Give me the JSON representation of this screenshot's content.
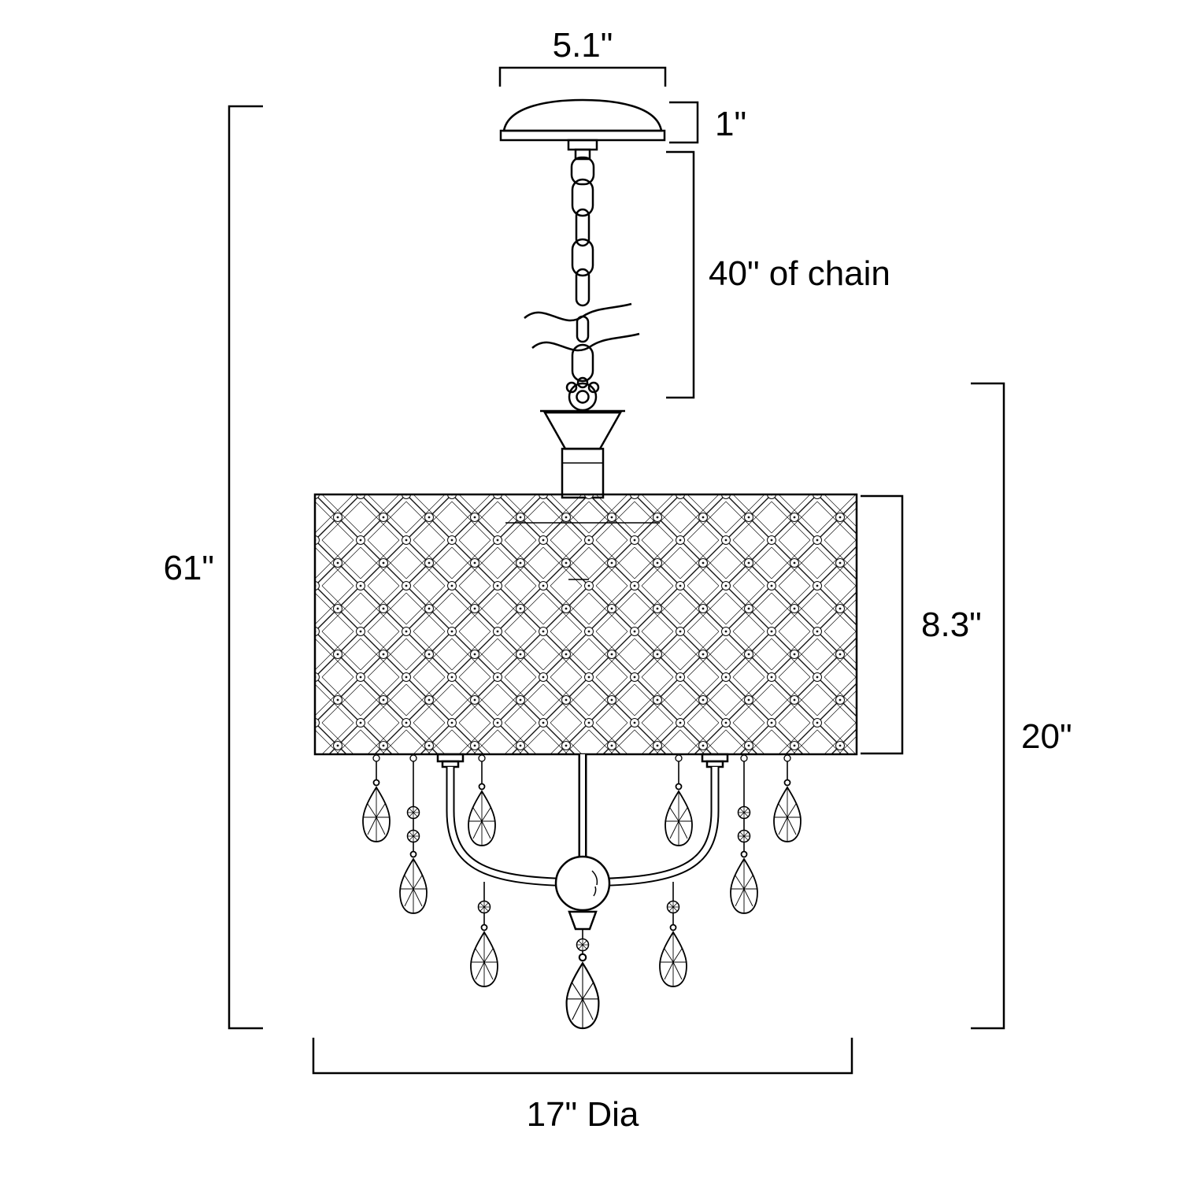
{
  "diagram": {
    "colors": {
      "line": "#000000",
      "background": "#ffffff"
    },
    "dimensions": {
      "canopy_width": "5.1\"",
      "canopy_height": "1\"",
      "chain_length": "40\" of chain",
      "overall_height": "61\"",
      "shade_height": "8.3\"",
      "fixture_height": "20\"",
      "shade_diameter": "17\" Dia"
    },
    "icon_names": {
      "lattice": "drum-shade-lattice-pattern",
      "teardrop": "crystal-teardrop-icon",
      "bead": "crystal-bead-icon"
    }
  }
}
